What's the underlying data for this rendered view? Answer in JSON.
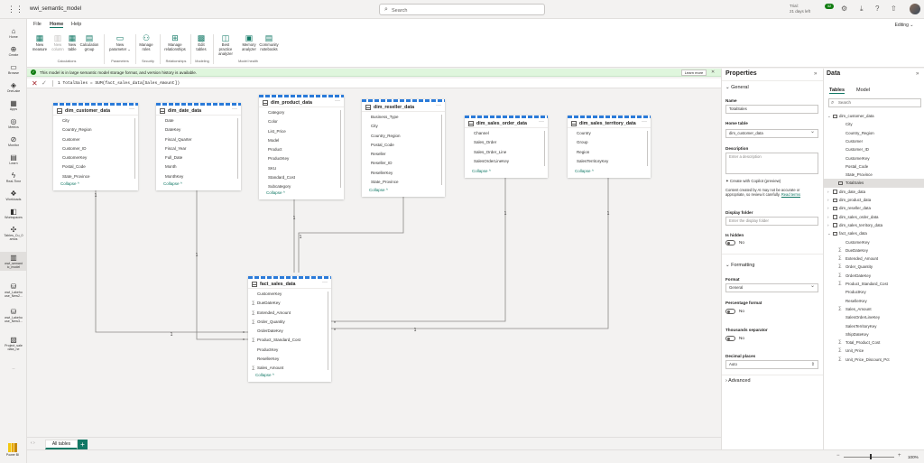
{
  "app": {
    "title": "wwi_semantic_model",
    "search_placeholder": "Search",
    "trial_line1": "Trial:",
    "trial_line2": "21 days left",
    "notifications": "32",
    "editing": "Editing ⌄"
  },
  "leftnav": [
    {
      "label": "Home",
      "icon": "home-icon",
      "glyph": "⌂"
    },
    {
      "label": "Create",
      "icon": "plus-icon",
      "glyph": "⊕"
    },
    {
      "label": "Browse",
      "icon": "folder-icon",
      "glyph": "▭"
    },
    {
      "label": "OneLake",
      "icon": "onelake-icon",
      "glyph": "◈"
    },
    {
      "label": "Apps",
      "icon": "apps-icon",
      "glyph": "▦"
    },
    {
      "label": "Metrics",
      "icon": "metrics-icon",
      "glyph": "◎"
    },
    {
      "label": "Monitor",
      "icon": "monitor-icon",
      "glyph": "⊘"
    },
    {
      "label": "Learn",
      "icon": "learn-icon",
      "glyph": "▤"
    },
    {
      "label": "Real-Time",
      "icon": "realtime-icon",
      "glyph": "ϟ"
    },
    {
      "label": "Workloads",
      "icon": "workloads-icon",
      "glyph": "❖"
    },
    {
      "label": "Workspaces",
      "icon": "workspaces-icon",
      "glyph": "◧"
    },
    {
      "label": "Tables_Cu_0 amos",
      "icon": "workspace-icon",
      "glyph": "✣"
    },
    {
      "label": "wwi_semant ic_model",
      "icon": "semantic-model-icon",
      "glyph": "▥"
    },
    {
      "label": "wwi_Lakeho use_New2...",
      "icon": "lakehouse-icon",
      "glyph": "⛁"
    },
    {
      "label": "wwi_Lakeho use_New3...",
      "icon": "lakehouse-icon",
      "glyph": "⛁"
    },
    {
      "label": "Project_sale data_ne",
      "icon": "project-icon",
      "glyph": "▧"
    },
    {
      "label": "...",
      "icon": "more-icon",
      "glyph": ""
    }
  ],
  "ribbon": {
    "tabs": [
      "File",
      "Home",
      "Help"
    ],
    "buttons": [
      {
        "label": "New measure",
        "icon": "new-measure-icon",
        "glyph": "▦",
        "enabled": true
      },
      {
        "label": "New column",
        "icon": "new-column-icon",
        "glyph": "▥",
        "enabled": false
      },
      {
        "label": "New table",
        "icon": "new-table-icon",
        "glyph": "▦",
        "enabled": true
      },
      {
        "label": "Calculation group",
        "icon": "calc-group-icon",
        "glyph": "▤",
        "enabled": true
      },
      {
        "label": "New parameter ⌄",
        "icon": "parameter-icon",
        "glyph": "▭",
        "enabled": true
      },
      {
        "label": "Manage roles",
        "icon": "roles-icon",
        "glyph": "⚇",
        "enabled": true
      },
      {
        "label": "Manage relationships",
        "icon": "relationships-icon",
        "glyph": "⊞",
        "enabled": true
      },
      {
        "label": "Edit tables",
        "icon": "edit-tables-icon",
        "glyph": "▩",
        "enabled": true
      },
      {
        "label": "Best practice analyzer",
        "icon": "bpa-icon",
        "glyph": "◫",
        "enabled": true
      },
      {
        "label": "Memory analyzer",
        "icon": "memory-icon",
        "glyph": "▣",
        "enabled": true
      },
      {
        "label": "Community notebooks",
        "icon": "notebooks-icon",
        "glyph": "▤",
        "enabled": true
      }
    ],
    "groups": [
      "Calculations",
      "Parameters",
      "Security",
      "Relationships",
      "Modeling",
      "Model health"
    ]
  },
  "banner": {
    "text": "This model is in large semantic model storage format, and version history is available.",
    "learn_more": "Learn more"
  },
  "formula": "1  TotalSales = SUM(fact_sales_data[Sales_Amount])",
  "tables": [
    {
      "name": "dim_customer_data",
      "fields": [
        {
          "n": "City"
        },
        {
          "n": "Country_Region"
        },
        {
          "n": "Customer"
        },
        {
          "n": "Customer_ID"
        },
        {
          "n": "CustomerKey"
        },
        {
          "n": "Postal_Code"
        },
        {
          "n": "State_Province"
        }
      ],
      "collapse": "Collapse ^"
    },
    {
      "name": "dim_date_data",
      "fields": [
        {
          "n": "Date"
        },
        {
          "n": "DateKey"
        },
        {
          "n": "Fiscal_Quarter"
        },
        {
          "n": "Fiscal_Year"
        },
        {
          "n": "Full_Date"
        },
        {
          "n": "Month"
        },
        {
          "n": "MonthKey"
        }
      ],
      "collapse": "Collapse ^"
    },
    {
      "name": "dim_product_data",
      "fields": [
        {
          "n": "Category"
        },
        {
          "n": "Color"
        },
        {
          "n": "List_Price"
        },
        {
          "n": "Model"
        },
        {
          "n": "Product"
        },
        {
          "n": "ProductKey"
        },
        {
          "n": "SKU"
        },
        {
          "n": "Standard_Cost"
        },
        {
          "n": "Subcategory"
        }
      ],
      "collapse": "Collapse ^"
    },
    {
      "name": "dim_reseller_data",
      "fields": [
        {
          "n": "Business_Type"
        },
        {
          "n": "City"
        },
        {
          "n": "Country_Region"
        },
        {
          "n": "Postal_Code"
        },
        {
          "n": "Reseller"
        },
        {
          "n": "Reseller_ID"
        },
        {
          "n": "ResellerKey"
        },
        {
          "n": "State_Province"
        }
      ],
      "collapse": "Collapse ^"
    },
    {
      "name": "dim_sales_order_data",
      "fields": [
        {
          "n": "Channel"
        },
        {
          "n": "Sales_Order"
        },
        {
          "n": "Sales_Order_Line"
        },
        {
          "n": "SalesOrderLineKey"
        }
      ],
      "collapse": "Collapse ^"
    },
    {
      "name": "dim_sales_territory_data",
      "fields": [
        {
          "n": "Country"
        },
        {
          "n": "Group"
        },
        {
          "n": "Region"
        },
        {
          "n": "SalesTerritoryKey"
        }
      ],
      "collapse": "Collapse ^"
    },
    {
      "name": "fact_sales_data",
      "fields": [
        {
          "n": "CustomerKey"
        },
        {
          "n": "DueDateKey",
          "s": 1
        },
        {
          "n": "Extended_Amount",
          "s": 1
        },
        {
          "n": "Order_Quantity",
          "s": 1
        },
        {
          "n": "OrderDateKey"
        },
        {
          "n": "Product_Standard_Cost",
          "s": 1
        },
        {
          "n": "ProductKey"
        },
        {
          "n": "ResellerKey"
        },
        {
          "n": "Sales_Amount",
          "s": 1
        }
      ],
      "collapse": "Collapse ^"
    }
  ],
  "relationships": {
    "one": "1",
    "many": "*"
  },
  "bottom": {
    "tab": "All tables",
    "add": "+",
    "nav": "‹ ›",
    "zoom": "100%",
    "zoom_minus": "−",
    "zoom_plus": "+",
    "powerbi": "Power BI"
  },
  "properties": {
    "title": "Properties",
    "general": "General",
    "name_label": "Name",
    "name_value": "TotalSales",
    "home_table_label": "Home table",
    "home_table_value": "dim_customer_data",
    "description_label": "Description",
    "description_placeholder": "Enter a description",
    "copilot": "Create with Copilot (preview)",
    "copilot_note": "Content created by AI may not be accurate or appropriate, so review it carefully.",
    "copilot_link": "Read terms",
    "display_folder_label": "Display folder",
    "display_folder_placeholder": "Enter the display folder",
    "is_hidden_label": "Is hidden",
    "is_hidden_value": "No",
    "formatting": "Formatting",
    "format_label": "Format",
    "format_value": "General",
    "pct_label": "Percentage format",
    "pct_value": "No",
    "thousands_label": "Thousands separator",
    "thousands_value": "No",
    "decimal_label": "Decimal places",
    "decimal_value": "Auto",
    "advanced": "Advanced"
  },
  "data_pane": {
    "title": "Data",
    "tab_tables": "Tables",
    "tab_model": "Model",
    "search_placeholder": "Search",
    "tree": [
      {
        "t": "table",
        "label": "dim_customer_data",
        "open": true
      },
      {
        "t": "field",
        "label": "City"
      },
      {
        "t": "field",
        "label": "Country_Region"
      },
      {
        "t": "field",
        "label": "Customer"
      },
      {
        "t": "field",
        "label": "Customer_ID"
      },
      {
        "t": "field",
        "label": "CustomerKey"
      },
      {
        "t": "field",
        "label": "Postal_Code"
      },
      {
        "t": "field",
        "label": "State_Province"
      },
      {
        "t": "measure",
        "label": "TotalSales",
        "sel": true
      },
      {
        "t": "table",
        "label": "dim_date_data"
      },
      {
        "t": "table",
        "label": "dim_product_data"
      },
      {
        "t": "table",
        "label": "dim_reseller_data"
      },
      {
        "t": "table",
        "label": "dim_sales_order_data"
      },
      {
        "t": "table",
        "label": "dim_sales_territory_data"
      },
      {
        "t": "table",
        "label": "fact_sales_data",
        "open": true
      },
      {
        "t": "field",
        "label": "CustomerKey"
      },
      {
        "t": "sigma",
        "label": "DueDateKey"
      },
      {
        "t": "sigma",
        "label": "Extended_Amount"
      },
      {
        "t": "sigma",
        "label": "Order_Quantity"
      },
      {
        "t": "sigma",
        "label": "OrderDateKey"
      },
      {
        "t": "sigma",
        "label": "Product_Standard_Cost"
      },
      {
        "t": "field",
        "label": "ProductKey"
      },
      {
        "t": "field",
        "label": "ResellerKey"
      },
      {
        "t": "sigma",
        "label": "Sales_Amount"
      },
      {
        "t": "field",
        "label": "SalesOrderLineKey"
      },
      {
        "t": "field",
        "label": "SalesTerritoryKey"
      },
      {
        "t": "field",
        "label": "ShipDateKey"
      },
      {
        "t": "sigma",
        "label": "Total_Product_Cost"
      },
      {
        "t": "sigma",
        "label": "Unit_Price"
      },
      {
        "t": "sigma",
        "label": "Unit_Price_Discount_Pct"
      }
    ]
  }
}
